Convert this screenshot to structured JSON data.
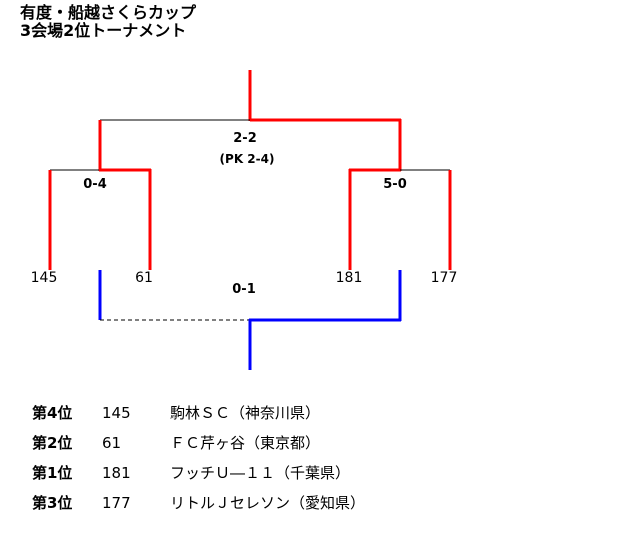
{
  "title": {
    "line1": "有度・船越さくらカップ",
    "line2": "3会場2位トーナメント"
  },
  "colors": {
    "winner_path": "#ff0000",
    "third_place_path": "#0000ff",
    "loser_line": "#000000"
  },
  "bracket": {
    "teams": [
      "145",
      "61",
      "181",
      "177"
    ],
    "semifinal_left_score": "0-4",
    "semifinal_right_score": "5-0",
    "final_score": "2-2",
    "final_pk": "(PK 2-4)",
    "third_place_score": "0-1"
  },
  "results": [
    {
      "rank": "第4位",
      "number": "145",
      "team": "駒林ＳＣ（神奈川県）"
    },
    {
      "rank": "第2位",
      "number": "61",
      "team": "ＦＣ芹ヶ谷（東京都）"
    },
    {
      "rank": "第1位",
      "number": "181",
      "team": "フッチＵ―１１（千葉県）"
    },
    {
      "rank": "第3位",
      "number": "177",
      "team": "リトルＪセレソン（愛知県）"
    }
  ]
}
